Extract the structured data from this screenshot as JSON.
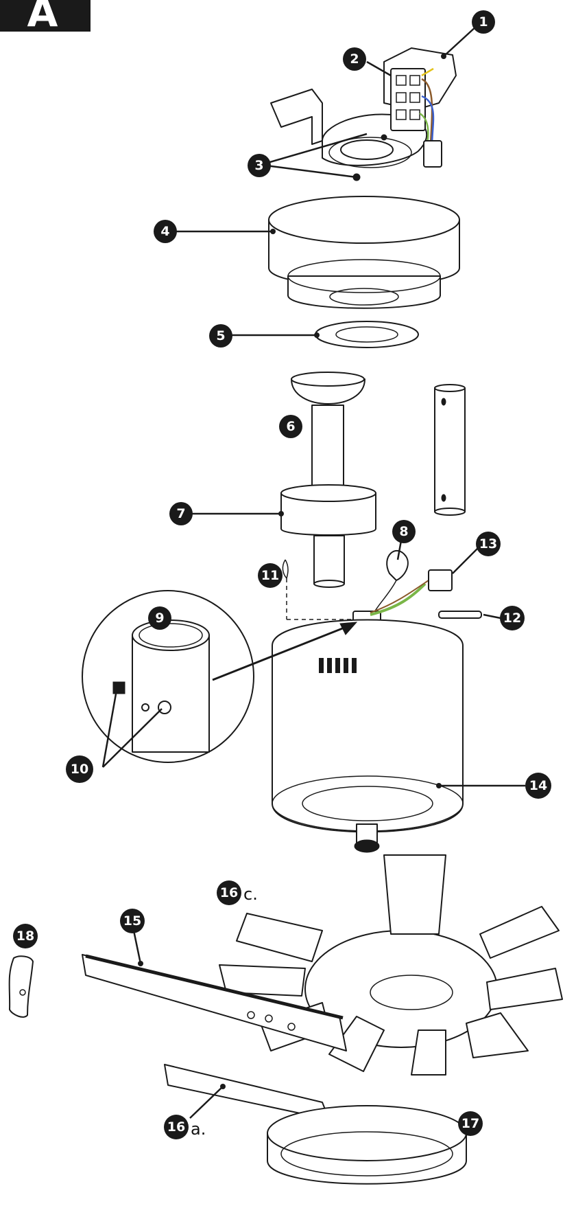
{
  "figure": {
    "letter": "A"
  },
  "callouts": [
    {
      "n": "1"
    },
    {
      "n": "2"
    },
    {
      "n": "3"
    },
    {
      "n": "4"
    },
    {
      "n": "5"
    },
    {
      "n": "6"
    },
    {
      "n": "7"
    },
    {
      "n": "8"
    },
    {
      "n": "9"
    },
    {
      "n": "10"
    },
    {
      "n": "11"
    },
    {
      "n": "12"
    },
    {
      "n": "13"
    },
    {
      "n": "14"
    },
    {
      "n": "15"
    },
    {
      "n": "16",
      "suffix": "c."
    },
    {
      "n": "16",
      "suffix": "a."
    },
    {
      "n": "17"
    },
    {
      "n": "18"
    }
  ],
  "colors": {
    "ink": "#1a1a1a",
    "wire_green": "#7ab648",
    "wire_brown": "#8b5a2b",
    "wire_blue": "#3a5fcd",
    "wire_yellow": "#e3c21a"
  }
}
